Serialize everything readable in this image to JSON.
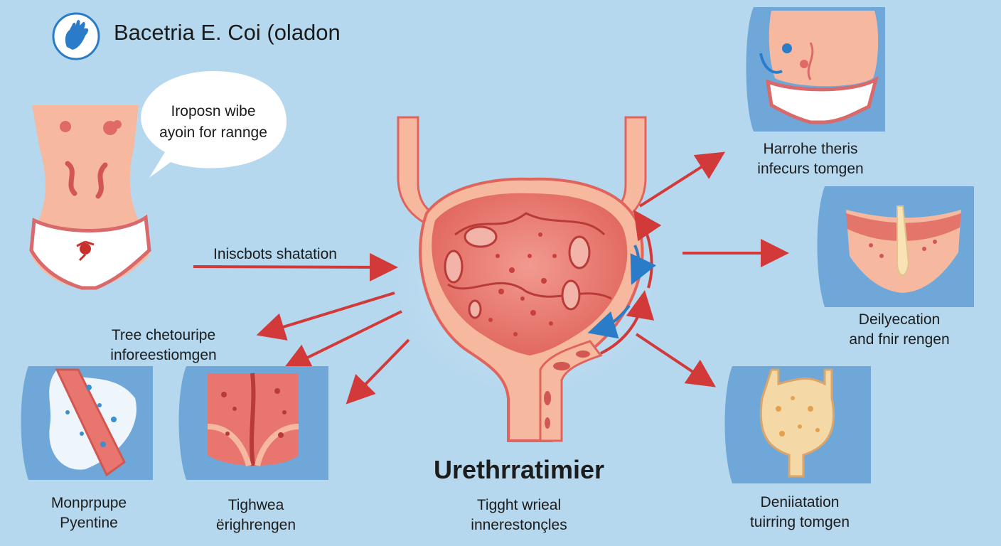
{
  "title": "Bacetria E. Coi (oladon",
  "speech_bubble": {
    "line1": "Iroposn wibe",
    "line2": "ayoin for rannge"
  },
  "arrow_label": "Iniscbots shatation",
  "left_label": {
    "line1": "Tree chetouripe",
    "line2": "inforeestiomgen"
  },
  "center_title": "Urethrratimier",
  "center_caption": {
    "line1": "Tigght wrieal",
    "line2": "innerestonçles"
  },
  "panels": {
    "bottom_left_1": {
      "line1": "Monprpupe",
      "line2": "Pyentine"
    },
    "bottom_left_2": {
      "line1": "Tighwea",
      "line2": "ërighrengen"
    },
    "top_right": {
      "line1": "Harrohe theris",
      "line2": "infecurs tomgen"
    },
    "middle_right": {
      "line1": "Deilyecation",
      "line2": "and fnir rengen"
    },
    "bottom_right": {
      "line1": "Deniiatation",
      "line2": "tuirring tomgen"
    }
  },
  "colors": {
    "background": "#b6d8ee",
    "panel": "#6fa8d8",
    "skin": "#f6b9a0",
    "arrow": "#d23a3a",
    "blue_arrow": "#2a7cc9",
    "bladder": "#e8766f"
  }
}
